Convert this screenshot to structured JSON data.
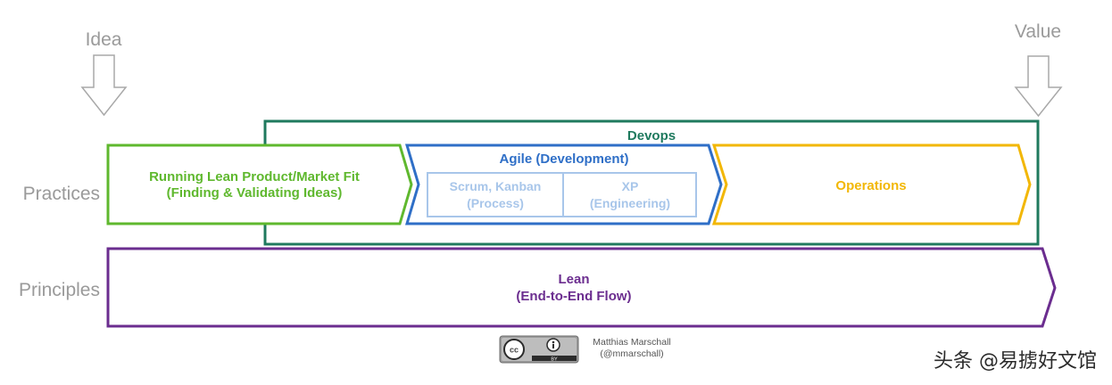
{
  "endpoints": {
    "start": "Idea",
    "end": "Value"
  },
  "rows": {
    "practices": "Practices",
    "principles": "Principles"
  },
  "devops": {
    "label": "Devops",
    "color": "#1f7a5e"
  },
  "running_lean": {
    "line1": "Running Lean Product/Market Fit",
    "line2": "(Finding & Validating Ideas)",
    "color": "#5fb82e"
  },
  "agile": {
    "title": "Agile (Development)",
    "color": "#2f6fc7",
    "cells": [
      {
        "line1": "Scrum, Kanban",
        "line2": "(Process)"
      },
      {
        "line1": "XP",
        "line2": "(Engineering)"
      }
    ]
  },
  "operations": {
    "label": "Operations",
    "color": "#f2b705"
  },
  "lean": {
    "line1": "Lean",
    "line2": "(End-to-End Flow)",
    "color": "#6b2d8f"
  },
  "license": {
    "badge_left": "cc",
    "badge_right": "BY",
    "author_line1": "Matthias Marschall",
    "author_line2": "(@mmarschall)"
  },
  "watermark": "头条 @易掳好文馆",
  "icons": [
    "down-arrow-icon",
    "cc-license-icon"
  ]
}
